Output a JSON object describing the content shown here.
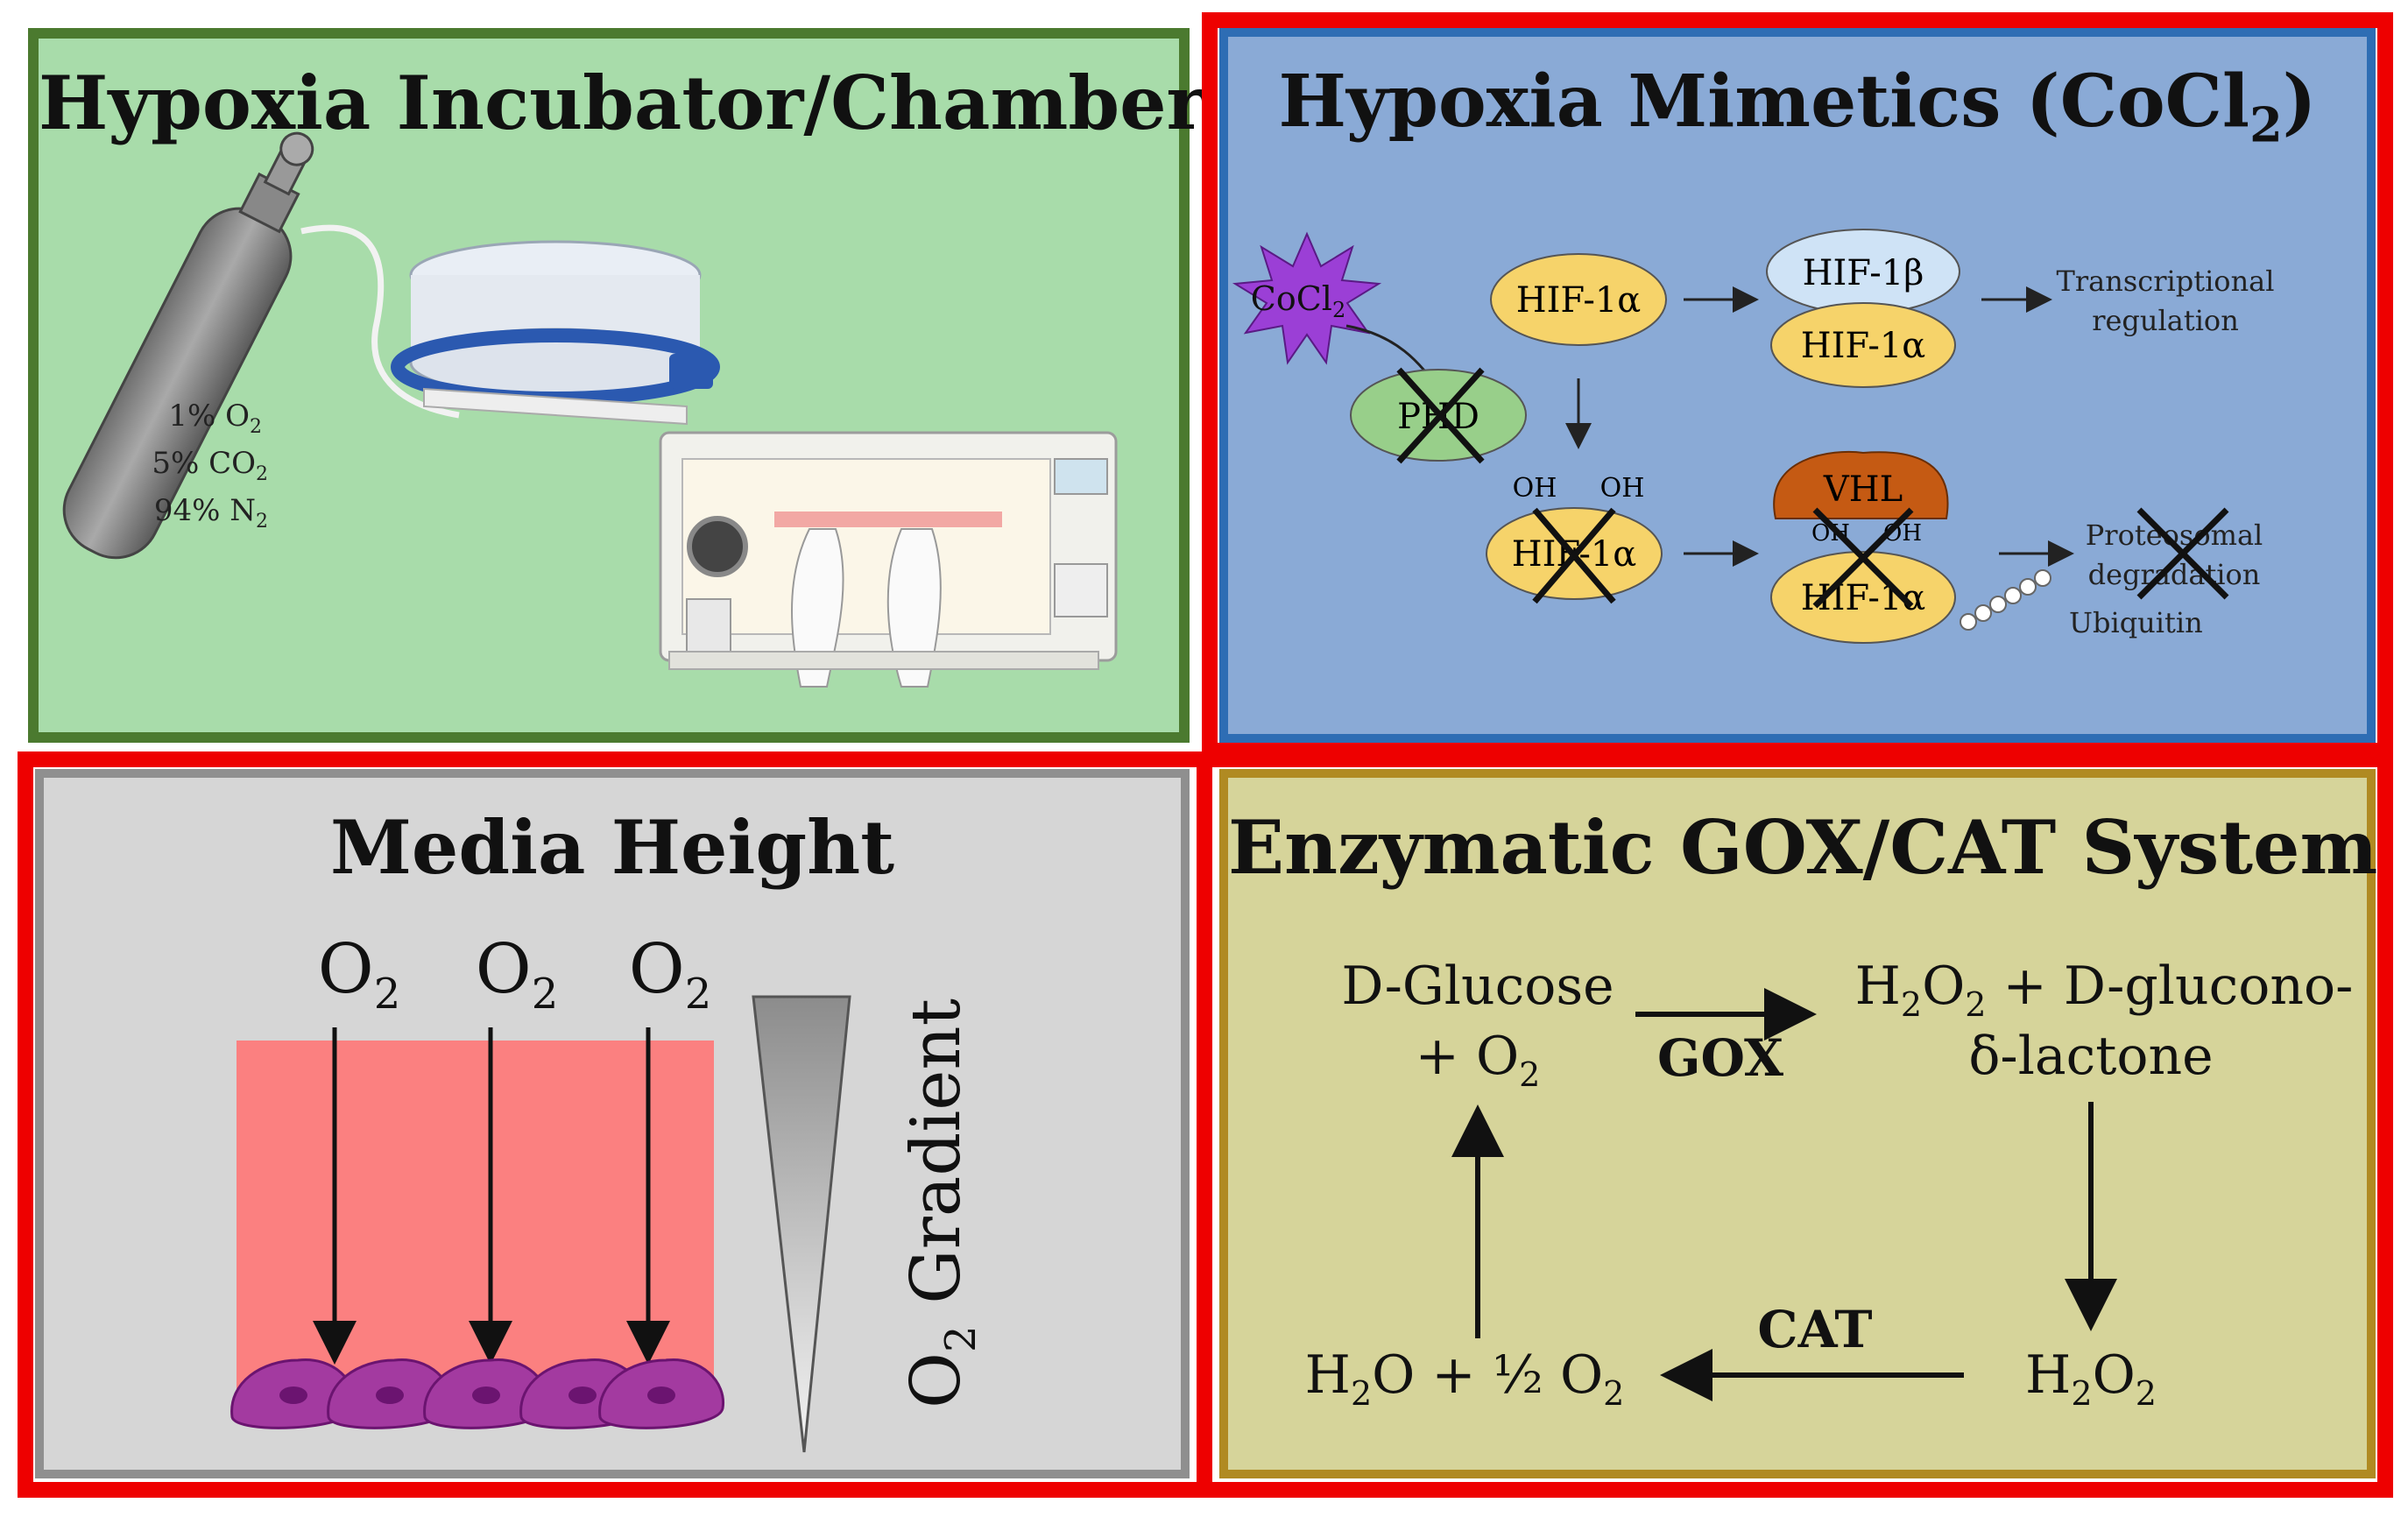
{
  "panels": {
    "incubator": {
      "title": "Hypoxia Incubator/Chamber",
      "gas_lines": [
        "1% O",
        "5% CO",
        "94% N"
      ],
      "gas_subs": [
        "2",
        "2",
        "2"
      ],
      "colors": {
        "fill": "#a8dcaa",
        "border": "#4b7a2f"
      }
    },
    "mimetics": {
      "title_prefix": "Hypoxia Mimetics (CoCl",
      "title_sub": "2",
      "title_suffix": ")",
      "labels": {
        "cocl": "CoCl",
        "cocl_sub": "2",
        "hif1a_top": "HIF-1α",
        "hif1b": "HIF-1β",
        "hif1a_dimer": "HIF-1α",
        "transcriptional_1": "Transcriptional",
        "transcriptional_2": "regulation",
        "phd": "PHD",
        "oh_left": "OH",
        "oh_right": "OH",
        "hif1a_oh": "HIF-1α",
        "vhl": "VHL",
        "oh_vhl_left": "OH",
        "oh_vhl_right": "OH",
        "hif1a_vhl": "HIF-1α",
        "proteasomal_1": "Proteosomal",
        "proteasomal_2": "degradation",
        "ubiquitin": "Ubiquitin"
      },
      "colors": {
        "fill": "#8aaad6",
        "border": "#2e6db4",
        "cocl": "#9b3fd6",
        "hif": "#f6d36a",
        "hif1b": "#cfe3f6",
        "phd": "#98cf8a",
        "vhl": "#c55a13"
      }
    },
    "media": {
      "title": "Media Height",
      "o2_label": "O",
      "o2_sub": "2",
      "gradient_label_prefix": "O",
      "gradient_label_sub": "2",
      "gradient_label_suffix": " Gradient",
      "colors": {
        "fill": "#d6d6d6",
        "border": "#8f8f8f",
        "media": "#fb8080",
        "cell": "#a33aa0",
        "nucleus": "#6b1470"
      }
    },
    "enzymatic": {
      "title": "Enzymatic GOX/CAT System",
      "labels": {
        "glucose_1": "D-Glucose",
        "glucose_2": "+ O",
        "products_1a": "H",
        "products_1b": "O",
        "products_1c": " + D-glucono-",
        "products_2": "δ-lactone",
        "gox": "GOX",
        "cat": "CAT",
        "h2o2_a": "H",
        "h2o2_b": "O",
        "water_a": "H",
        "water_b": "O + ½ O"
      },
      "colors": {
        "fill": "#d6d49a",
        "border": "#b08a22"
      }
    }
  },
  "highlight_color": "#ee0000"
}
